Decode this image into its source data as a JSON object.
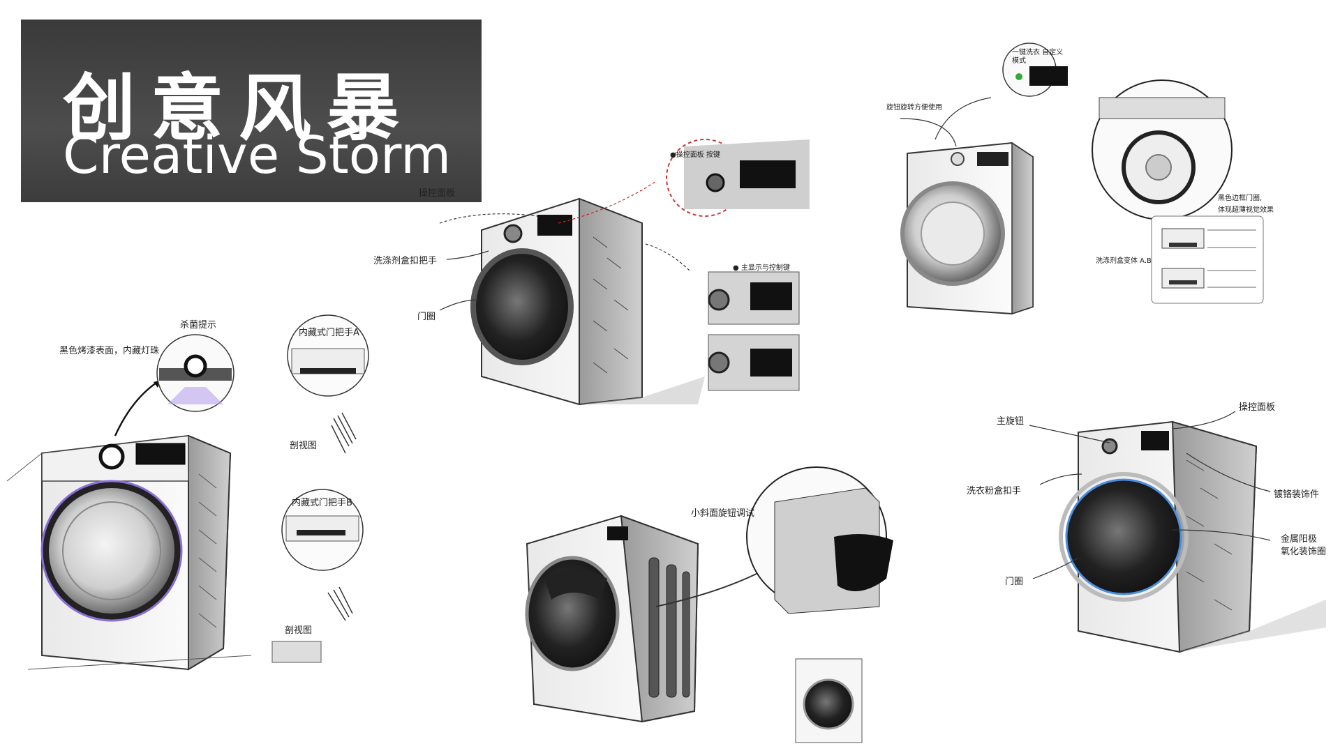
{
  "title": {
    "cn": "创意风暴",
    "en": "Creative Storm"
  },
  "sketch_center_top": {
    "labels": {
      "control_panel": "操控面板",
      "detergent_handle": "洗涤剂盒扣把手",
      "door": "门圈",
      "callout_top": "●操控面板 按键",
      "callout_side": "● 主显示与控制键"
    }
  },
  "sketch_left": {
    "labels": {
      "sterilize": "杀菌提示",
      "black_paint": "黑色烤漆表面，内藏灯珠",
      "handle_a": "内藏式门把手A",
      "section_1": "剖视图",
      "handle_b": "内藏式门把手B",
      "section_2": "剖视图"
    }
  },
  "sketch_right_top": {
    "labels": {
      "one_key": "一键洗衣 自定义模式",
      "knob_hint": "旋钮旋转方便使用",
      "black_frame": "黑色边框门圈,",
      "ultra_thin": "体现超薄视觉效果",
      "drawer": "洗涤剂盒变体 A.B"
    }
  },
  "sketch_right_bottom": {
    "labels": {
      "main_knob": "主旋钮",
      "control_panel": "操控面板",
      "detergent_handle": "洗衣粉盒扣手",
      "chrome": "镀铬装饰件",
      "anodized_1": "金属阳极",
      "anodized_2": "氧化装饰圈",
      "door": "门圈"
    }
  },
  "sketch_center_bottom": {
    "labels": {
      "knob_adjust": "小斜面旋钮调试"
    }
  }
}
